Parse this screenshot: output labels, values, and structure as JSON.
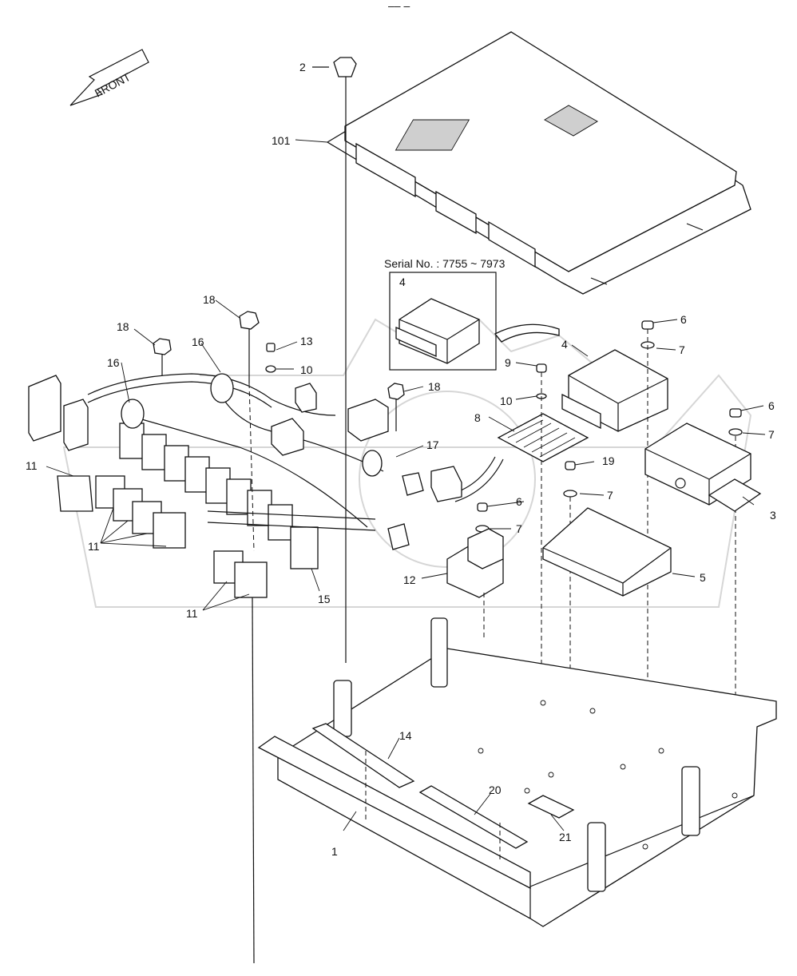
{
  "header_mark": "‒‒ ‒",
  "front_label": "FRONT",
  "serial_label": "Serial No. : 7755 ~ 7973",
  "callouts": {
    "c2": "2",
    "c101": "101",
    "c18a": "18",
    "c18b": "18",
    "c18c": "18",
    "c16a": "16",
    "c16b": "16",
    "c13": "13",
    "c10a": "10",
    "c10b": "10",
    "c9": "9",
    "c4a": "4",
    "c4b": "4",
    "c6a": "6",
    "c6b": "6",
    "c6c": "6",
    "c7a": "7",
    "c7b": "7",
    "c7c": "7",
    "c7d": "7",
    "c8": "8",
    "c17": "17",
    "c19": "19",
    "c3": "3",
    "c5": "5",
    "c12": "12",
    "c11a": "11",
    "c11b": "11",
    "c11c": "11",
    "c15": "15",
    "c14": "14",
    "c20": "20",
    "c21": "21",
    "c1": "1"
  }
}
